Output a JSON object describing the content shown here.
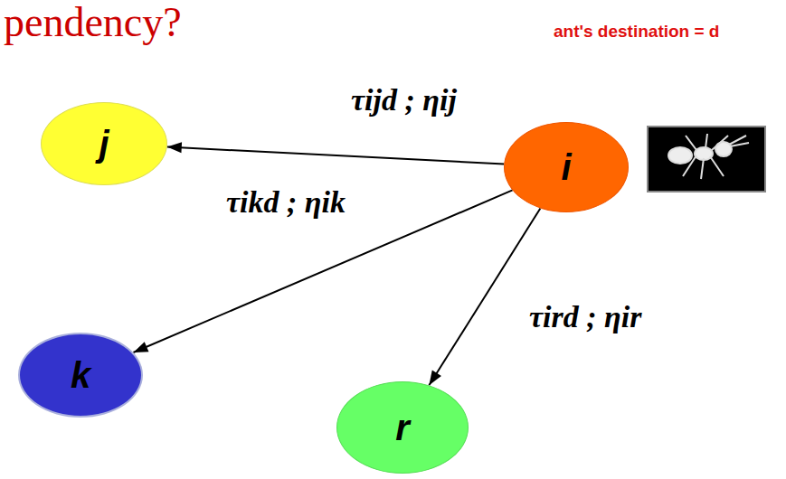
{
  "diagram": {
    "title": "pendency?",
    "nodes": [
      {
        "text": [
          "j"
        ]
      },
      {
        "text": [
          "i"
        ]
      },
      {
        "text": [
          "k"
        ]
      },
      {
        "text": [
          "r"
        ]
      }
    ],
    "edges": [
      {
        "from": 1,
        "to": 0,
        "label": "τijd ; ηij",
        "arrow": "to"
      },
      {
        "from": 1,
        "to": 2,
        "label": "τikd ; ηik",
        "arrow": "to"
      },
      {
        "from": 1,
        "to": 3,
        "label": "τird ; ηir",
        "arrow": "to"
      }
    ],
    "labels": [
      "ant's destination = d"
    ]
  }
}
